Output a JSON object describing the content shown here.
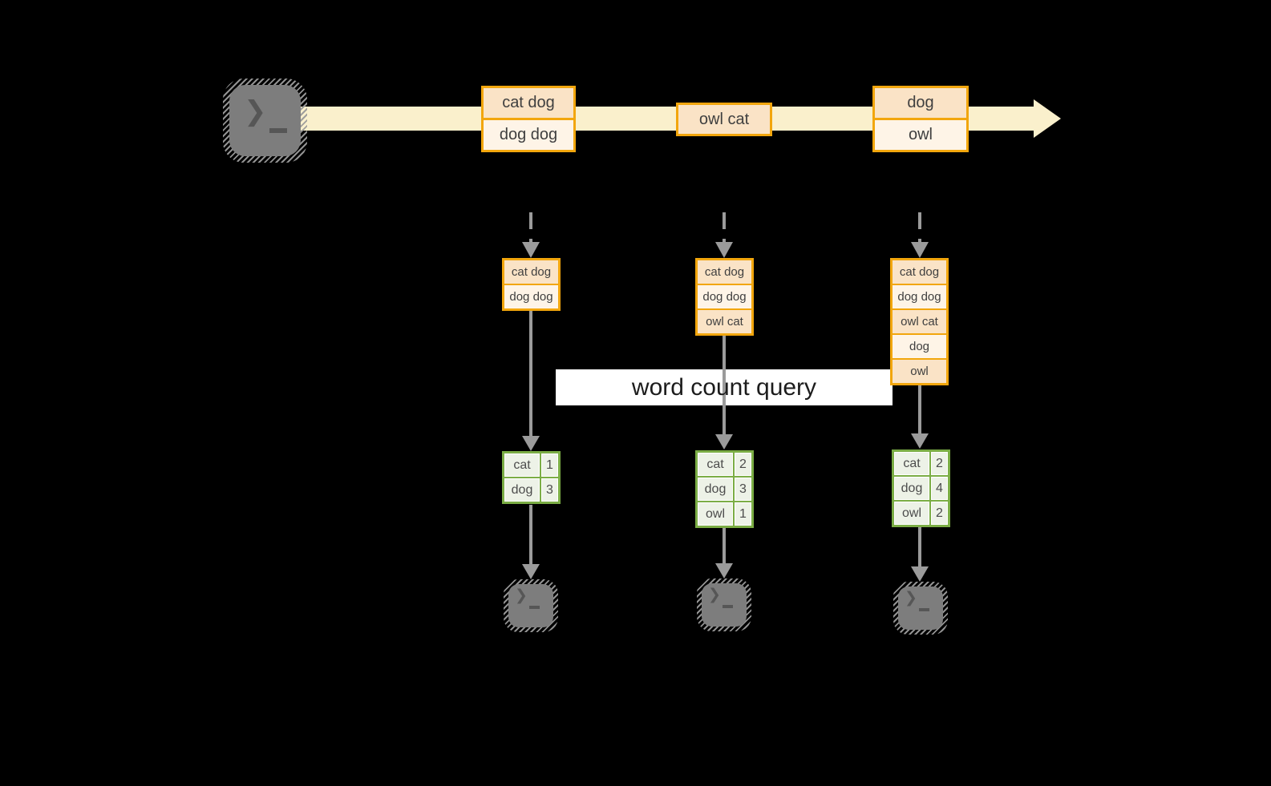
{
  "colors": {
    "amber": "#F2A60D",
    "cell_dark": "#FAE3C6",
    "cell_light": "#FEF4E7",
    "stream": "#FAF0CC",
    "green": "#7BAD45",
    "green_fill": "#EDF2E7",
    "gray": "#9B9B9B",
    "term": "#7D7D7D",
    "term_ink": "#565656",
    "text": "#3F3F3F",
    "band": "#FFFFFF",
    "query_text": "#1C1C1C"
  },
  "terminal_prompt": {
    "chevron": "❯"
  },
  "stream": {
    "batches": [
      {
        "cells": [
          "cat dog",
          "dog dog"
        ]
      },
      {
        "cells": [
          "owl cat"
        ]
      },
      {
        "cells": [
          "dog",
          "owl"
        ]
      }
    ]
  },
  "states": [
    {
      "cells": [
        "cat dog",
        "dog dog"
      ]
    },
    {
      "cells": [
        "cat dog",
        "dog dog",
        "owl cat"
      ]
    },
    {
      "cells": [
        "cat dog",
        "dog dog",
        "owl cat",
        "dog",
        "owl"
      ]
    }
  ],
  "query": {
    "label": "word count query"
  },
  "results": [
    {
      "rows": [
        {
          "word": "cat",
          "count": "1"
        },
        {
          "word": "dog",
          "count": "3"
        }
      ]
    },
    {
      "rows": [
        {
          "word": "cat",
          "count": "2"
        },
        {
          "word": "dog",
          "count": "3"
        },
        {
          "word": "owl",
          "count": "1"
        }
      ]
    },
    {
      "rows": [
        {
          "word": "cat",
          "count": "2"
        },
        {
          "word": "dog",
          "count": "4"
        },
        {
          "word": "owl",
          "count": "2"
        }
      ]
    }
  ]
}
